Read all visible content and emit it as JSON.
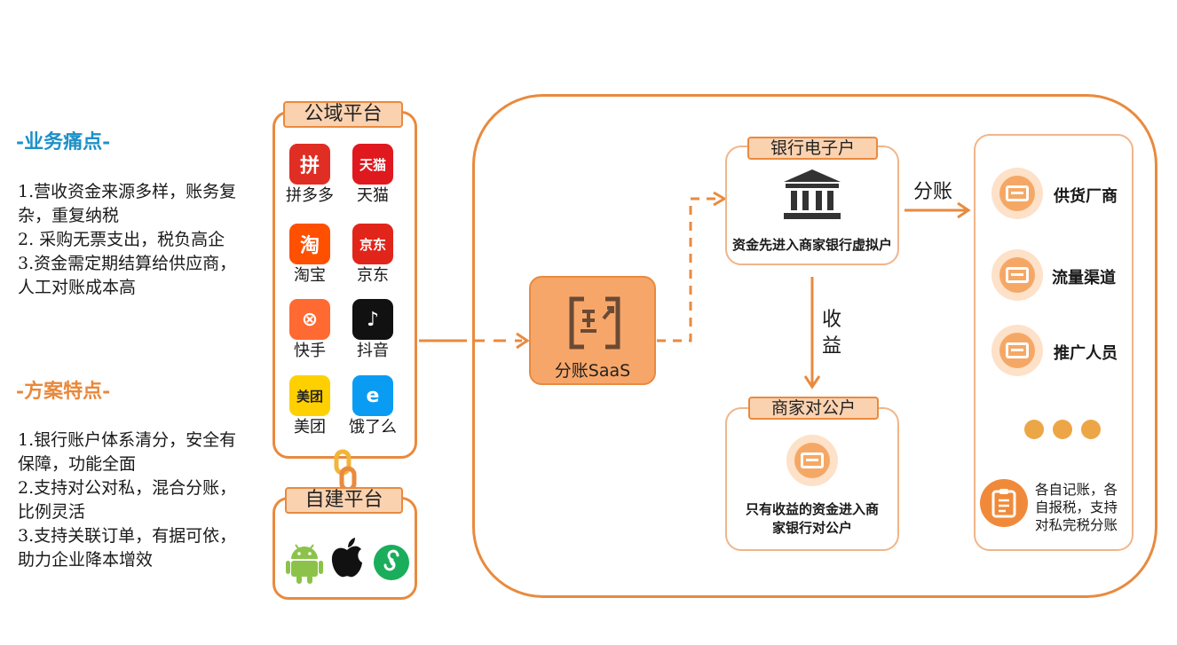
{
  "left": {
    "pain_title": "-业务痛点-",
    "pain_lines": [
      "1.营收资金来源多样，账务复杂，重复纳税",
      "2. 采购无票支出，税负高企",
      "3.资金需定期结算给供应商，人工对账成本高"
    ],
    "solution_title": "-方案特点-",
    "solution_lines": [
      "1.银行账户体系清分，安全有保障，功能全面",
      "2.支持对公对私，混合分账，比例灵活",
      "3.支持关联订单，有据可依，助力企业降本增效"
    ]
  },
  "public_platform": {
    "title": "公域平台",
    "apps": [
      {
        "label": "拼多多",
        "icon": "pinduoduo-icon",
        "color": "#e02e24",
        "glyph": "拼"
      },
      {
        "label": "天猫",
        "icon": "tmall-icon",
        "color": "#e0191f",
        "glyph": "天猫"
      },
      {
        "label": "淘宝",
        "icon": "taobao-icon",
        "color": "#ff5000",
        "glyph": "淘"
      },
      {
        "label": "京东",
        "icon": "jd-icon",
        "color": "#e1251b",
        "glyph": "京东"
      },
      {
        "label": "快手",
        "icon": "kuaishou-icon",
        "color": "#ff6a33",
        "glyph": "⊗"
      },
      {
        "label": "抖音",
        "icon": "douyin-icon",
        "color": "#111111",
        "glyph": "♪"
      },
      {
        "label": "美团",
        "icon": "meituan-icon",
        "color": "#ffd000",
        "glyph": "美团"
      },
      {
        "label": "饿了么",
        "icon": "eleme-icon",
        "color": "#0a9cf3",
        "glyph": "e"
      }
    ]
  },
  "self_platform": {
    "title": "自建平台",
    "icons": [
      "android-icon",
      "apple-icon",
      "mini-program-icon"
    ]
  },
  "flow": {
    "saas_label": "分账SaaS",
    "bank_title": "银行电子户",
    "bank_caption": "资金先进入商家银行虚拟户",
    "split_label": "分账",
    "income_label": "收\n益",
    "corporate_title": "商家对公户",
    "corporate_caption": "只有收益的资金进入商家银行对公户",
    "roles": [
      "供货厂商",
      "流量渠道",
      "推广人员"
    ],
    "note": "各自记账，各自报税，支持对私完税分账"
  },
  "colors": {
    "accent": "#e98a3e",
    "blue_title": "#1e90c8",
    "orange_title": "#e8883a"
  }
}
